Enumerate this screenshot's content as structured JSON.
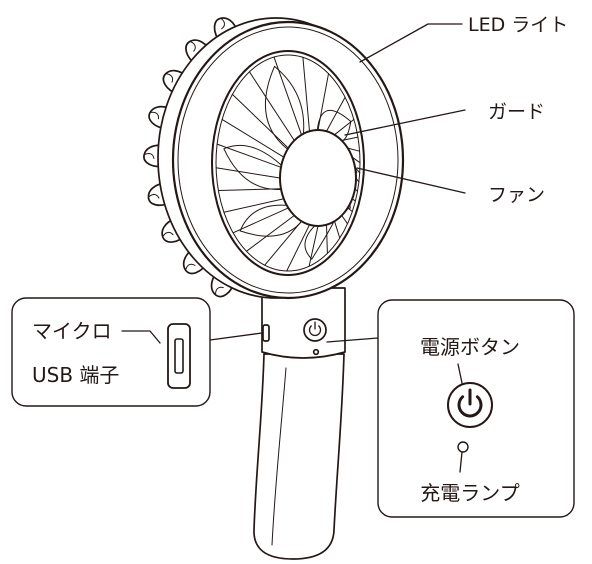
{
  "labels": {
    "led_light": "LED ライト",
    "guard": "ガード",
    "fan": "ファン",
    "micro_usb_line1": "マイクロ",
    "micro_usb_line2": "USB 端子",
    "power_button": "電源ボタン",
    "charge_lamp": "充電ランプ"
  },
  "icons": {
    "power_button": "power-icon",
    "charge_lamp": "lamp-indicator-icon",
    "micro_usb_port": "micro-usb-port-icon"
  },
  "colors": {
    "line": "#231815",
    "background": "#ffffff"
  }
}
